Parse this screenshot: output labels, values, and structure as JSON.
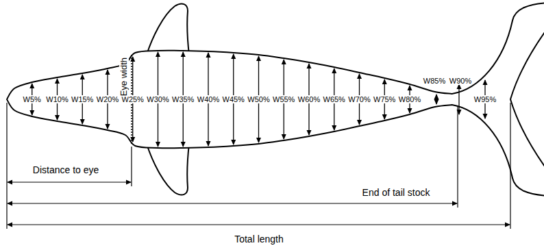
{
  "diagram": {
    "labels": [
      "W5%",
      "W10%",
      "W15%",
      "W20%",
      "W25%",
      "W30%",
      "W35%",
      "W40%",
      "W45%",
      "W50%",
      "W55%",
      "W60%",
      "W65%",
      "W70%",
      "W75%",
      "W80%",
      "W85%",
      "W90%",
      "W95%",
      "Eye width",
      "Distance to eye",
      "End of tail stock",
      "Total length"
    ]
  }
}
